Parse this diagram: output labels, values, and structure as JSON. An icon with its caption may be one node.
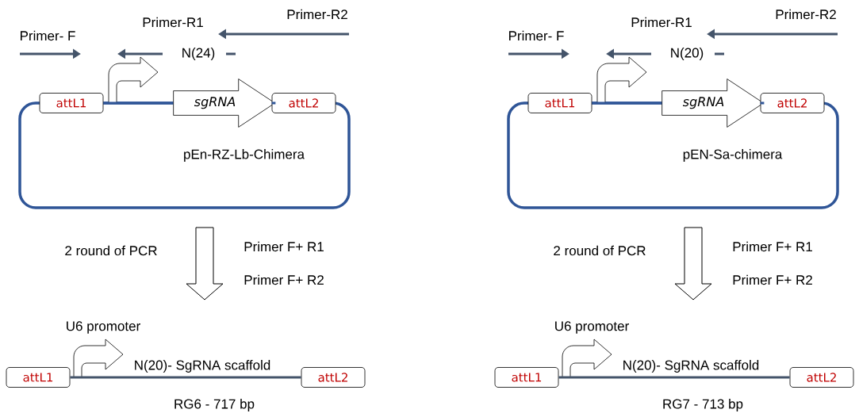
{
  "diagram": {
    "nodes": [
      {
        "text": [
          "pEn-RZ-Lb-Chimera"
        ]
      },
      {
        "text": [
          "attL1"
        ]
      },
      {
        "text": [],
        "shape": "arrow"
      },
      {
        "text": [
          "sgRNA"
        ]
      },
      {
        "text": [
          "attL2"
        ]
      },
      {
        "text": [
          "attL1"
        ]
      },
      {
        "text": [],
        "shape": "arrow"
      },
      {
        "text": [
          "attL2"
        ]
      },
      {
        "text": [
          "pEN-Sa-chimera"
        ]
      },
      {
        "text": [
          "attL1"
        ]
      },
      {
        "text": [],
        "shape": "arrow"
      },
      {
        "text": [
          "sgRNA"
        ]
      },
      {
        "text": [
          "attL2"
        ]
      },
      {
        "text": [
          "attL1"
        ]
      },
      {
        "text": [],
        "shape": "arrow"
      },
      {
        "text": [
          "attL2"
        ]
      }
    ],
    "edges": [
      {
        "from": 1,
        "to": 3,
        "arrow": "none"
      },
      {
        "from": 3,
        "to": 4,
        "arrow": "none"
      },
      {
        "from": 0,
        "to": null,
        "arrow": "to"
      },
      {
        "from": 5,
        "to": 7,
        "arrow": "none",
        "color": "#44546a"
      },
      {
        "from": 9,
        "to": 11,
        "arrow": "none"
      },
      {
        "from": 11,
        "to": 12,
        "arrow": "none"
      },
      {
        "from": 8,
        "to": null,
        "arrow": "to"
      },
      {
        "from": 13,
        "to": 15,
        "arrow": "none",
        "color": "#44546a"
      }
    ],
    "labels": [
      "Primer-R2",
      "Primer-R1",
      "Primer- F",
      "N(24)",
      "2 round of PCR",
      "Primer F+ R1",
      "Primer F+ R2",
      "U6 promoter",
      "N(20)- SgRNA scaffold",
      "RG6 - 717 bp",
      "Primer-R2",
      "Primer-R1",
      "Primer- F",
      "N(20)",
      "2 round of PCR",
      "Primer F+ R1",
      "Primer F+ R2",
      "U6 promoter",
      "N(20)- SgRNA scaffold",
      "RG7 - 713 bp"
    ]
  }
}
